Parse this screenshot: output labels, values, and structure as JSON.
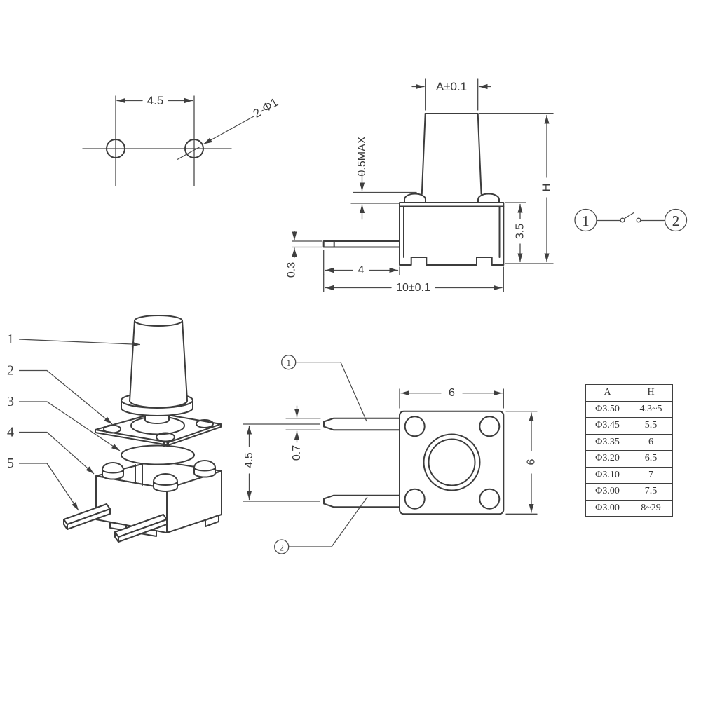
{
  "colors": {
    "line": "#3c3c3c",
    "thin": "#4a4a4a",
    "text": "#3a3a3a",
    "bg": "#ffffff"
  },
  "hole_pattern": {
    "pitch": "4.5",
    "callout": "2-Φ1"
  },
  "side_view": {
    "stem_width": "A±0.1",
    "bump_height": "0.5MAX",
    "pin_thickness": "0.3",
    "pin_length": "4",
    "overall_length": "10±0.1",
    "body_height": "3.5",
    "total_height": "H"
  },
  "circuit": {
    "terminal_1": "1",
    "terminal_2": "2"
  },
  "exploded": {
    "part_labels": [
      "1",
      "2",
      "3",
      "4",
      "5"
    ]
  },
  "top_view": {
    "body_width": "6",
    "body_depth": "6",
    "pin_pitch": "4.5",
    "pin_width": "0.7",
    "terminal_1": "1",
    "terminal_2": "2"
  },
  "spec_table": {
    "headers": [
      "A",
      "H"
    ],
    "rows": [
      [
        "Φ3.50",
        "4.3~5"
      ],
      [
        "Φ3.45",
        "5.5"
      ],
      [
        "Φ3.35",
        "6"
      ],
      [
        "Φ3.20",
        "6.5"
      ],
      [
        "Φ3.10",
        "7"
      ],
      [
        "Φ3.00",
        "7.5"
      ],
      [
        "Φ3.00",
        "8~29"
      ]
    ]
  }
}
